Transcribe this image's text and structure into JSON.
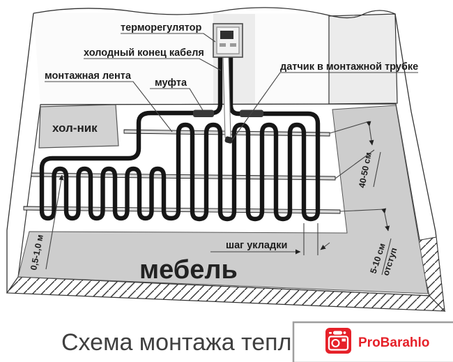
{
  "diagram": {
    "caption": "Схема монтажа тепло",
    "labels": {
      "thermostat": "терморегулятор",
      "cold_end": "холодный конец кабеля",
      "mounting_tape": "монтажная лента",
      "coupling": "муфта",
      "sensor_tube": "датчик в монтажной трубке",
      "fridge": "хол-ник",
      "furniture": "мебель",
      "laying_step": "шаг укладки"
    },
    "dimensions": {
      "tape_row_spacing": "40-50 см",
      "edge_offset_value": "5-10 см",
      "edge_offset_word": "отступ",
      "cold_zone_width": "0,5-1,0 м"
    },
    "colors": {
      "cable": "#161616",
      "furniture_fill": "#cdcdcd",
      "wall_fill": "#ececec",
      "tape_fill": "#d9d9d9",
      "accent_red": "#e62129"
    }
  },
  "watermark": {
    "brand": "ProBarahlo"
  }
}
